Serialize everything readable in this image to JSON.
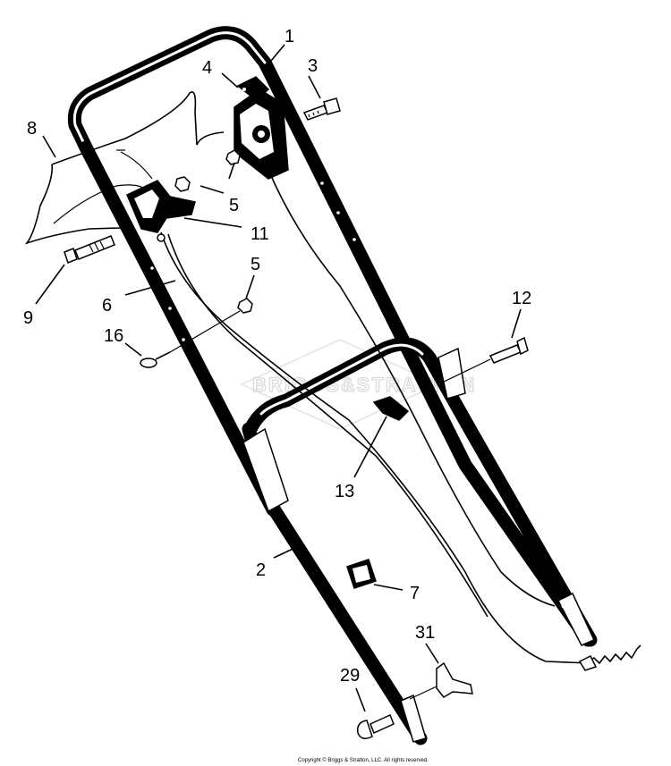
{
  "diagram": {
    "watermark_text": "BRIGGS&STRATTON",
    "copyright": "Copyright © Briggs & Stratton, LLC. All rights reserved.",
    "callouts": [
      {
        "id": "c1",
        "label": "1"
      },
      {
        "id": "c2",
        "label": "2"
      },
      {
        "id": "c3",
        "label": "3"
      },
      {
        "id": "c4",
        "label": "4"
      },
      {
        "id": "c5a",
        "label": "5"
      },
      {
        "id": "c5b",
        "label": "5"
      },
      {
        "id": "c6",
        "label": "6"
      },
      {
        "id": "c7",
        "label": "7"
      },
      {
        "id": "c8",
        "label": "8"
      },
      {
        "id": "c9",
        "label": "9"
      },
      {
        "id": "c11",
        "label": "11"
      },
      {
        "id": "c12",
        "label": "12"
      },
      {
        "id": "c13",
        "label": "13"
      },
      {
        "id": "c16",
        "label": "16"
      },
      {
        "id": "c29",
        "label": "29"
      },
      {
        "id": "c31",
        "label": "31"
      }
    ],
    "colors": {
      "ink": "#000000",
      "paper": "#ffffff",
      "watermark": "#d8d8d8"
    }
  }
}
